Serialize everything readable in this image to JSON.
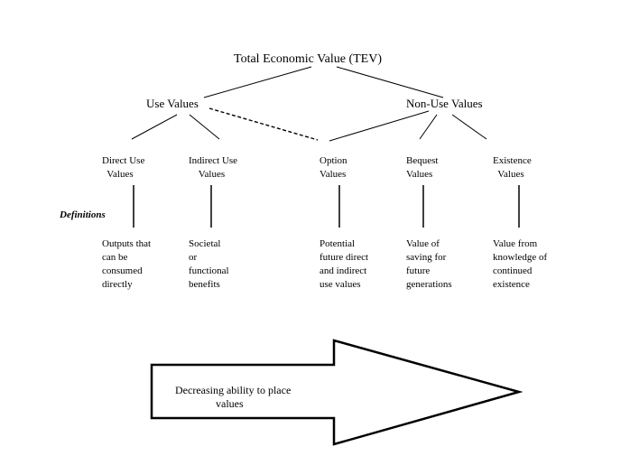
{
  "root": {
    "label": "Total Economic Value (TEV)"
  },
  "groups": {
    "use": "Use Values",
    "non_use": "Non-Use Values"
  },
  "categories": [
    {
      "id": "direct",
      "title": "Direct Use\n  Values",
      "definition": "Outputs that\ncan be\nconsumed\ndirectly"
    },
    {
      "id": "indirect",
      "title": "Indirect Use\n    Values",
      "definition": "Societal\nor\nfunctional\nbenefits"
    },
    {
      "id": "option",
      "title": "Option\nValues",
      "definition": "Potential\nfuture direct\nand indirect\nuse values"
    },
    {
      "id": "bequest",
      "title": "Bequest\nValues",
      "definition": "Value of\nsaving for\nfuture\ngenerations"
    },
    {
      "id": "existence",
      "title": "Existence\n  Values",
      "definition": "Value from\nknowledge of\ncontinued\nexistence"
    }
  ],
  "definitions_label": "Definitions",
  "arrow": {
    "label": "Decreasing ability to place\n               values"
  }
}
